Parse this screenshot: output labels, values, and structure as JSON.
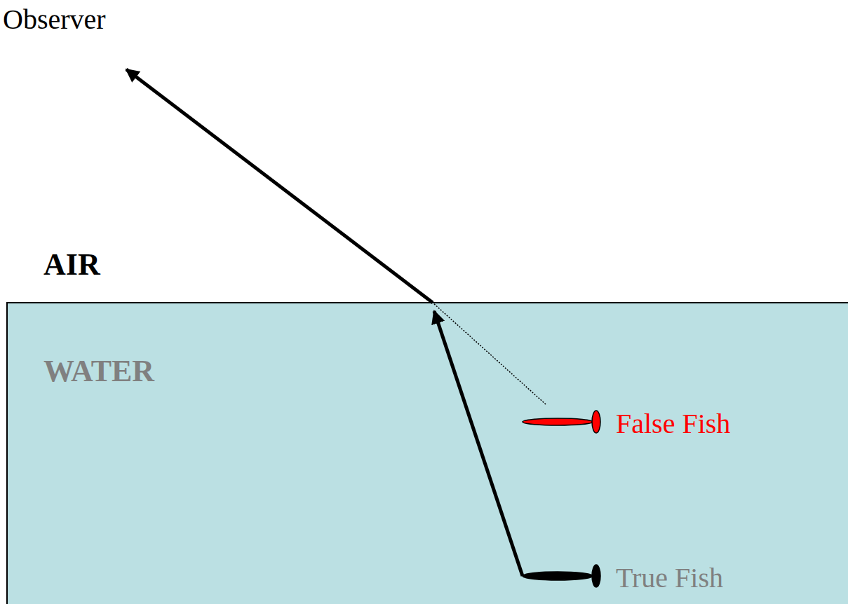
{
  "diagram": {
    "labels": [
      "Observer",
      "AIR",
      "WATER",
      "False Fish",
      "True Fish"
    ]
  }
}
